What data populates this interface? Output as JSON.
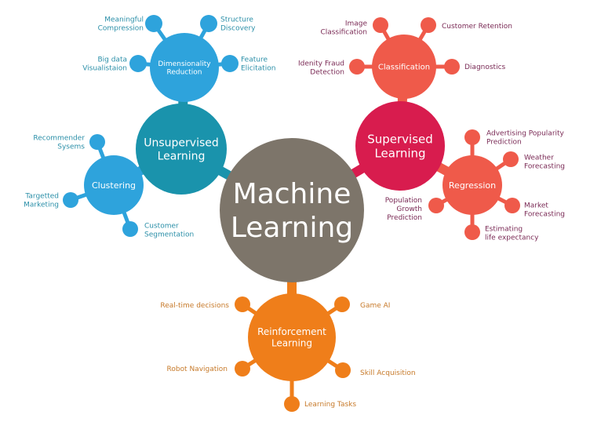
{
  "colors": {
    "center": "#7d756a",
    "unsupervised": "#1a93ac",
    "unsupervised_sub": "#2ea3dc",
    "unsupervised_text": "#2b8fa8",
    "supervised": "#d81c4e",
    "supervised_sub": "#ef5a4a",
    "supervised_text": "#7a2a55",
    "reinforcement": "#ef7e1a",
    "reinforcement_text": "#c77a2a"
  },
  "center": {
    "line1": "Machine",
    "line2": "Learning"
  },
  "unsupervised": {
    "line1": "Unsupervised",
    "line2": "Learning",
    "dimensionality": {
      "line1": "Dimensionality",
      "line2": "Reduction",
      "leaves": [
        [
          "Meaningful",
          "Compression"
        ],
        [
          "Structure",
          "Discovery"
        ],
        [
          "Big data",
          "Visualistaion"
        ],
        [
          "Feature",
          "Elicitation"
        ]
      ]
    },
    "clustering": {
      "label": "Clustering",
      "leaves": [
        [
          "Recommender",
          "Sysems"
        ],
        [
          "Targetted",
          "Marketing"
        ],
        [
          "Customer",
          "Segmentation"
        ]
      ]
    }
  },
  "supervised": {
    "line1": "Supervised",
    "line2": "Learning",
    "classification": {
      "label": "Classification",
      "leaves": [
        [
          "Image",
          "Classification"
        ],
        [
          "Customer Retention"
        ],
        [
          "Idenity Fraud",
          "Detection"
        ],
        [
          "Diagnostics"
        ]
      ]
    },
    "regression": {
      "label": "Regression",
      "leaves": [
        [
          "Advertising Popularity",
          "Prediction"
        ],
        [
          "Weather",
          "Forecasting"
        ],
        [
          "Market",
          "Forecasting"
        ],
        [
          "Estimating",
          "life expectancy"
        ],
        [
          "Population",
          "Growth",
          "Prediction"
        ]
      ]
    }
  },
  "reinforcement": {
    "line1": "Reinforcement",
    "line2": "Learning",
    "leaves": [
      [
        "Real-time decisions"
      ],
      [
        "Game AI"
      ],
      [
        "Robot Navigation"
      ],
      [
        "Skill Acquisition"
      ],
      [
        "Learning Tasks"
      ]
    ]
  }
}
